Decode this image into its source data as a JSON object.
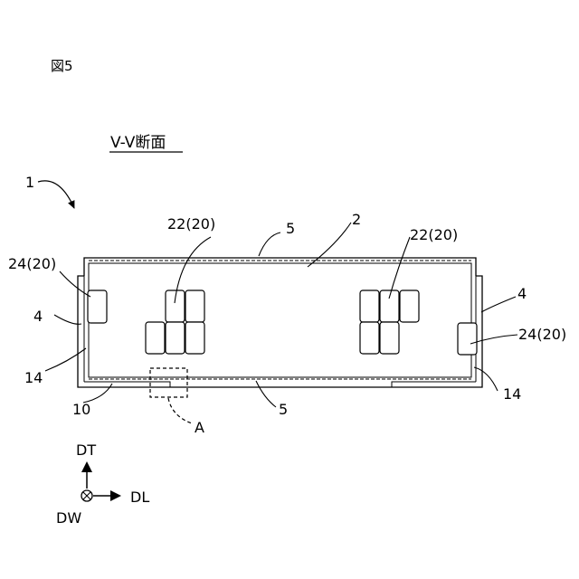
{
  "figure_label": "図5",
  "section_title": "V-V断面",
  "labels": {
    "ref_1": "1",
    "ref_2": "2",
    "ref_5_top": "5",
    "ref_5_bottom": "5",
    "ref_22_left": "22(20)",
    "ref_22_right": "22(20)",
    "ref_24_left": "24(20)",
    "ref_24_right": "24(20)",
    "ref_4_left": "4",
    "ref_4_right": "4",
    "ref_14_left": "14",
    "ref_14_right": "14",
    "ref_10": "10",
    "ref_A": "A"
  },
  "axes": {
    "dt": "DT",
    "dl": "DL",
    "dw": "DW"
  }
}
